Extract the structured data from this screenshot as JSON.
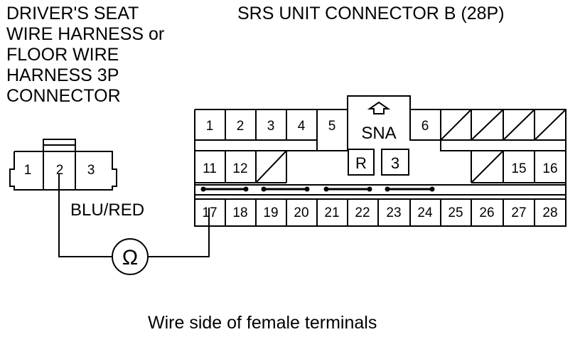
{
  "left_title": "DRIVER'S SEAT\nWIRE HARNESS or\nFLOOR WIRE\nHARNESS 3P\nCONNECTOR",
  "right_title": "SRS UNIT CONNECTOR B (28P)",
  "wire_label": "BLU/RED",
  "meter_symbol": "Ω",
  "footer": "Wire side of female terminals",
  "small_connector": {
    "pins": [
      "1",
      "2",
      "3"
    ]
  },
  "srs_connector": {
    "row1": [
      "1",
      "2",
      "3",
      "4",
      "5",
      "6"
    ],
    "sna_label": "SNA",
    "r_label": "R",
    "three_label": "3",
    "row2": [
      "11",
      "12",
      "15",
      "16"
    ],
    "row3": [
      "17",
      "18",
      "19",
      "20",
      "21",
      "22",
      "23",
      "24",
      "25",
      "26",
      "27",
      "28"
    ],
    "lock_icon": "up-arrow-icon"
  }
}
